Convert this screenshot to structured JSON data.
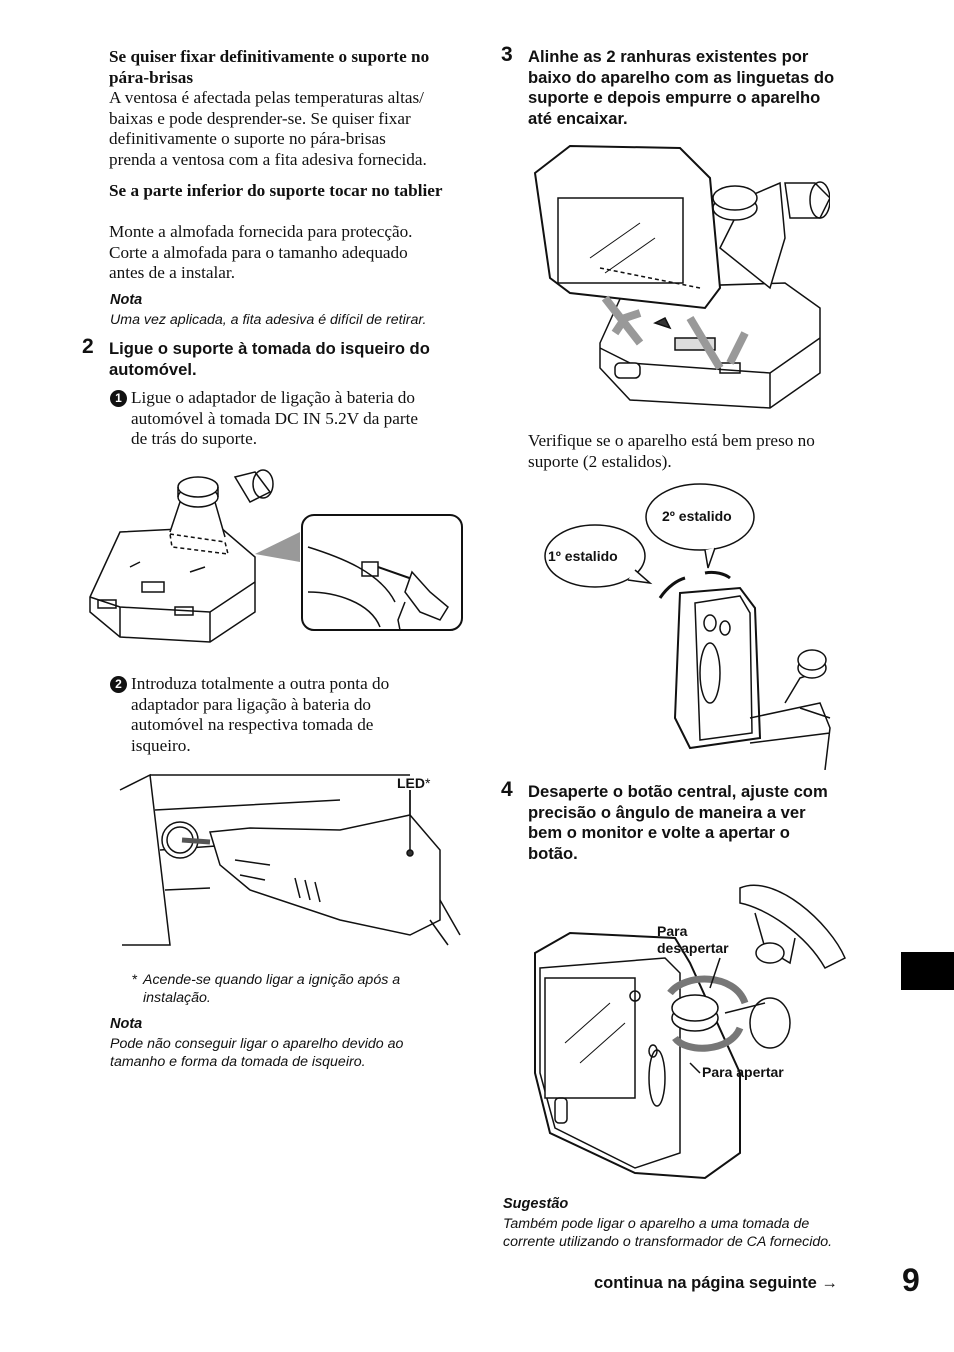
{
  "left": {
    "sec1": {
      "heading": "Se quiser fixar definitivamente o suporte no pára-brisas",
      "lines": [
        "A ventosa é afectada pelas temperaturas altas/",
        "baixas e pode desprender-se. Se quiser fixar",
        "definitivamente o suporte no pára-brisas",
        "prenda a ventosa com a fita adesiva fornecida."
      ]
    },
    "sec2": {
      "heading": "Se a parte inferior do suporte tocar no tablier",
      "lines": [
        "Monte a almofada fornecida para protecção.",
        "Corte a almofada para o tamanho adequado",
        "antes de a instalar."
      ]
    },
    "note1": {
      "title": "Nota",
      "text": "Uma vez aplicada, a fita adesiva é difícil de retirar."
    },
    "step2": {
      "number": "2",
      "heading": "Ligue o suporte à tomada do isqueiro do automóvel.",
      "sub1_num": "1",
      "sub1_lines": [
        "Ligue o adaptador de ligação à bateria do",
        "automóvel à tomada DC IN 5.2V da parte",
        "de trás do suporte."
      ],
      "sub2_num": "2",
      "sub2_lines": [
        "Introduza totalmente a outra ponta do",
        "adaptador para ligação à bateria do",
        "automóvel na respectiva tomada de",
        "isqueiro."
      ]
    },
    "led_label": "LED",
    "led_star": "*",
    "footnote_star": "*",
    "footnote_lines": [
      "Acende-se quando ligar a ignição após a",
      "instalação."
    ],
    "note2": {
      "title": "Nota",
      "lines": [
        "Pode não conseguir ligar o aparelho devido ao",
        "tamanho e forma da tomada de isqueiro."
      ]
    }
  },
  "right": {
    "step3": {
      "number": "3",
      "heading_lines": [
        "Alinhe as 2 ranhuras existentes por",
        "baixo do aparelho com as linguetas do",
        "suporte e depois empurre o aparelho",
        "até encaixar."
      ],
      "verify_lines": [
        "Verifique se o aparelho está bem preso no",
        "suporte (2 estalidos)."
      ],
      "click2": "2º estalido",
      "click1": "1º estalido"
    },
    "step4": {
      "number": "4",
      "heading_lines": [
        "Desaperte o botão central, ajuste com",
        "precisão o ângulo de maneira a ver",
        "bem o monitor e volte a apertar o",
        "botão."
      ],
      "loosen_lines": [
        "Para",
        "desapertar"
      ],
      "tighten": "Para apertar"
    },
    "tip": {
      "title": "Sugestão",
      "lines": [
        "Também pode ligar o aparelho a uma tomada de",
        "corrente utilizando o transformador de CA fornecido."
      ]
    },
    "continue_text": "continua na página seguinte",
    "continue_arrow": "→",
    "page_number": "9"
  }
}
